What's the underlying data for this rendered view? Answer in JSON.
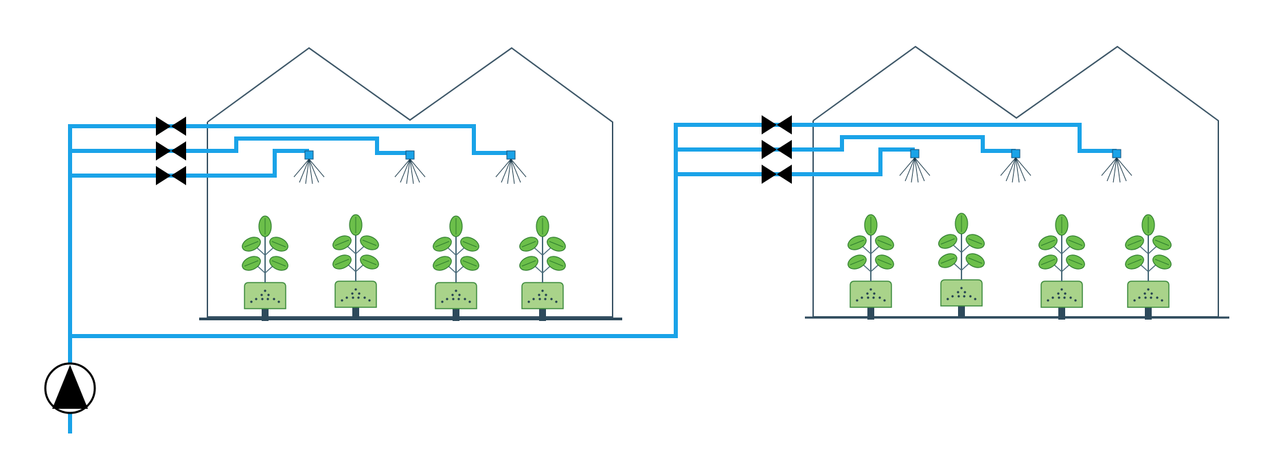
{
  "diagram": {
    "description_labels": [],
    "colors": {
      "pipe": "#1aa3e8",
      "house_outline": "#3b5566",
      "ground": "#2e4a5c",
      "leaf": "#6cbf4a",
      "leaf_stroke": "#2f7d2f",
      "pot": "#a9d38a",
      "pot_stroke": "#3c8a3c",
      "stem": "#4a6b7a",
      "valve": "#000000",
      "pump_fill": "#000000"
    },
    "icons": {
      "pump": "pump-icon",
      "valve": "valve-icon",
      "sprinkler": "sprinkler-icon",
      "plant": "plant-icon"
    },
    "greenhouses": 2,
    "valves_per_greenhouse": 3,
    "sprinklers_per_greenhouse": 3,
    "plants_per_greenhouse": 4
  }
}
